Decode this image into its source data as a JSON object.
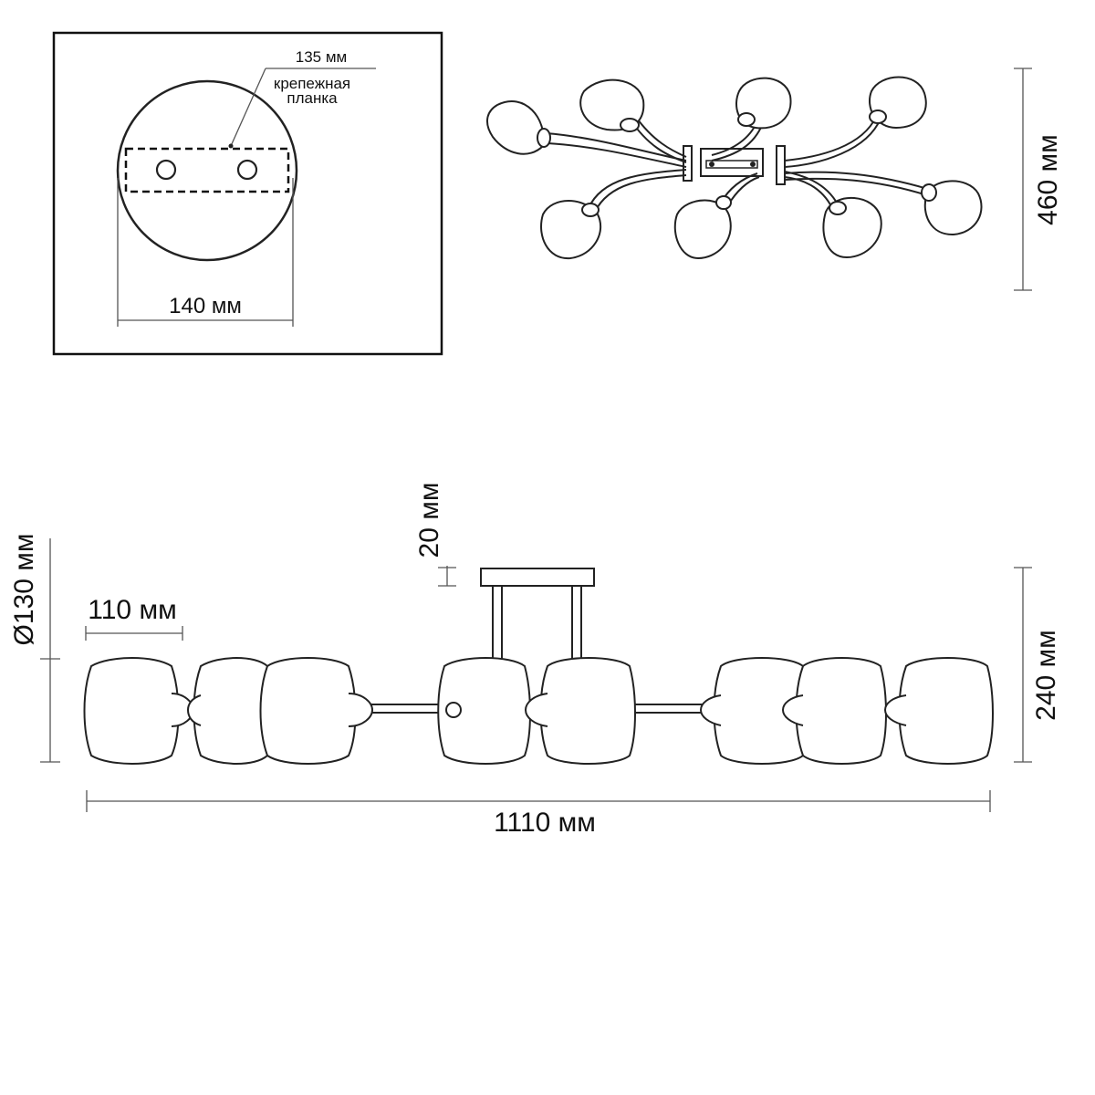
{
  "mount_detail": {
    "bracket_width": "135 мм",
    "bracket_label_line1": "крепежная",
    "bracket_label_line2": "планка",
    "canopy_diameter": "140 мм"
  },
  "top_view": {
    "depth": "460 мм"
  },
  "side_view": {
    "rod_height": "20 мм",
    "shade_diameter": "Ø130 мм",
    "shade_width": "110 мм",
    "total_height": "240 мм",
    "total_length": "1110 мм"
  }
}
